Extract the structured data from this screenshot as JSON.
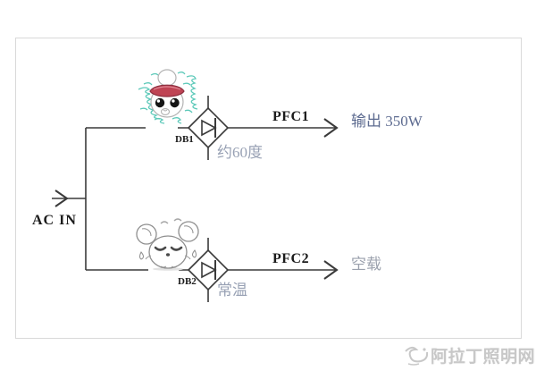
{
  "input": {
    "label": "AC IN"
  },
  "branches": [
    {
      "bridge": "DB1",
      "condition": "约60度",
      "stage": "PFC1",
      "output": "输出 350W",
      "mascot": "overheated-mouse-icon"
    },
    {
      "bridge": "DB2",
      "condition": "常温",
      "stage": "PFC2",
      "output": "空载",
      "mascot": "relaxed-mouse-icon"
    }
  ],
  "watermark": {
    "icon": "genie-lamp-icon",
    "text": "阿拉丁照明网"
  },
  "colors": {
    "wire": "#3a3a3a",
    "frame_border": "#d9d9d9",
    "label_dark": "#1b1b1b",
    "condition_text": "#98a1b4",
    "output_primary": "#5d6b90",
    "output_secondary": "#9ba1ad",
    "headband_red": "#bf4454",
    "scribble_teal": "#4cc4b2",
    "watermark_grey": "#c8c8c8"
  }
}
